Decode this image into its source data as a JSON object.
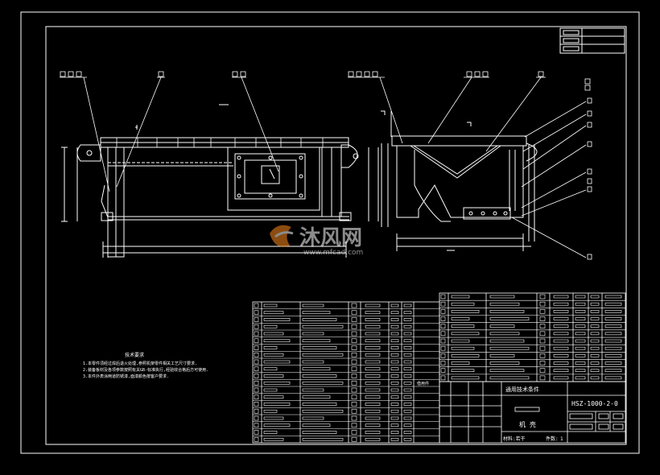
{
  "title_block": {
    "drawing_number": "HSZ-1000-2-0",
    "part_name": "机 壳",
    "standard_label": "通用技术条件",
    "material_label": "材料:若干",
    "count_label": "件数:",
    "count_value": "1",
    "unused_label": "借用件"
  },
  "tech_notes": {
    "heading": "技术要求",
    "lines": [
      "1.本零件须经过焊后退火处理,参照机架零件相关工艺尺寸要求.",
      "2.装备板材及各项参数按照有关GB-标准执行,经验收合格后方可使用.",
      "3.本件外表涂两道防锈漆,面漆颜色按客户要求."
    ]
  },
  "watermark": {
    "brand": "沐风网",
    "url": "www.mfcad.com"
  },
  "colors": {
    "line": "#ffffff",
    "background": "#000000"
  }
}
